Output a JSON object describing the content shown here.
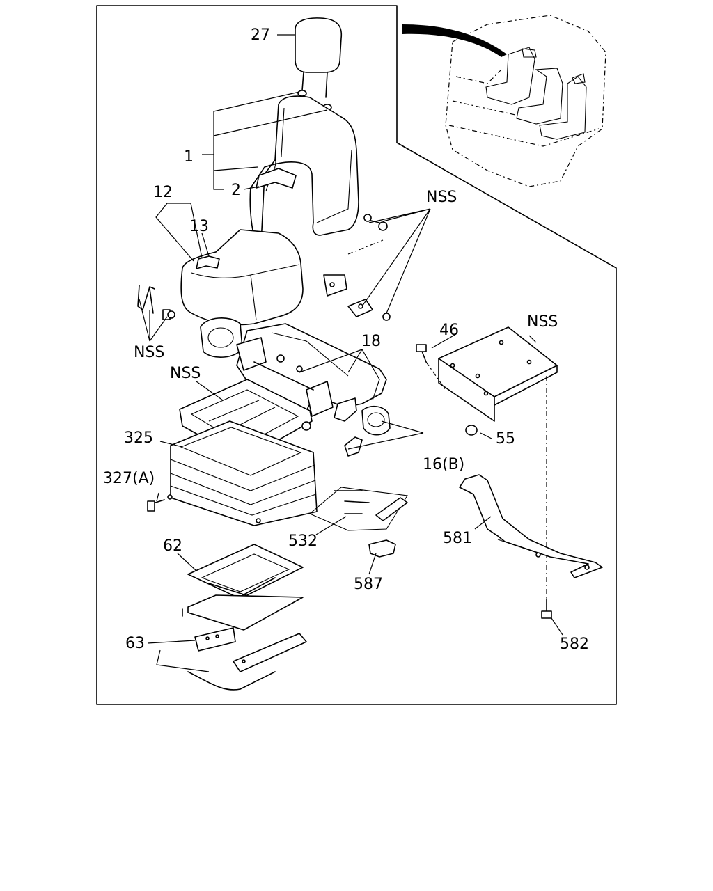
{
  "callouts": {
    "c27": "27",
    "c1": "1",
    "c2": "2",
    "c12": "12",
    "c13": "13",
    "nss_top_right": "NSS",
    "nss_left": "NSS",
    "nss_base": "NSS",
    "nss_bracket": "NSS",
    "c18": "18",
    "c46": "46",
    "c55": "55",
    "c325": "325",
    "c327a": "327(A)",
    "c16b": "16(B)",
    "c532": "532",
    "c581": "581",
    "c62": "62",
    "c587": "587",
    "c63": "63",
    "c582": "582"
  },
  "icons": [
    "headrest",
    "seat-back",
    "seat-cushion",
    "seat-frame",
    "suspension-bellows",
    "scissor-lift",
    "slide-rails",
    "mounting-bracket",
    "support-bar",
    "cab-locator-view"
  ]
}
